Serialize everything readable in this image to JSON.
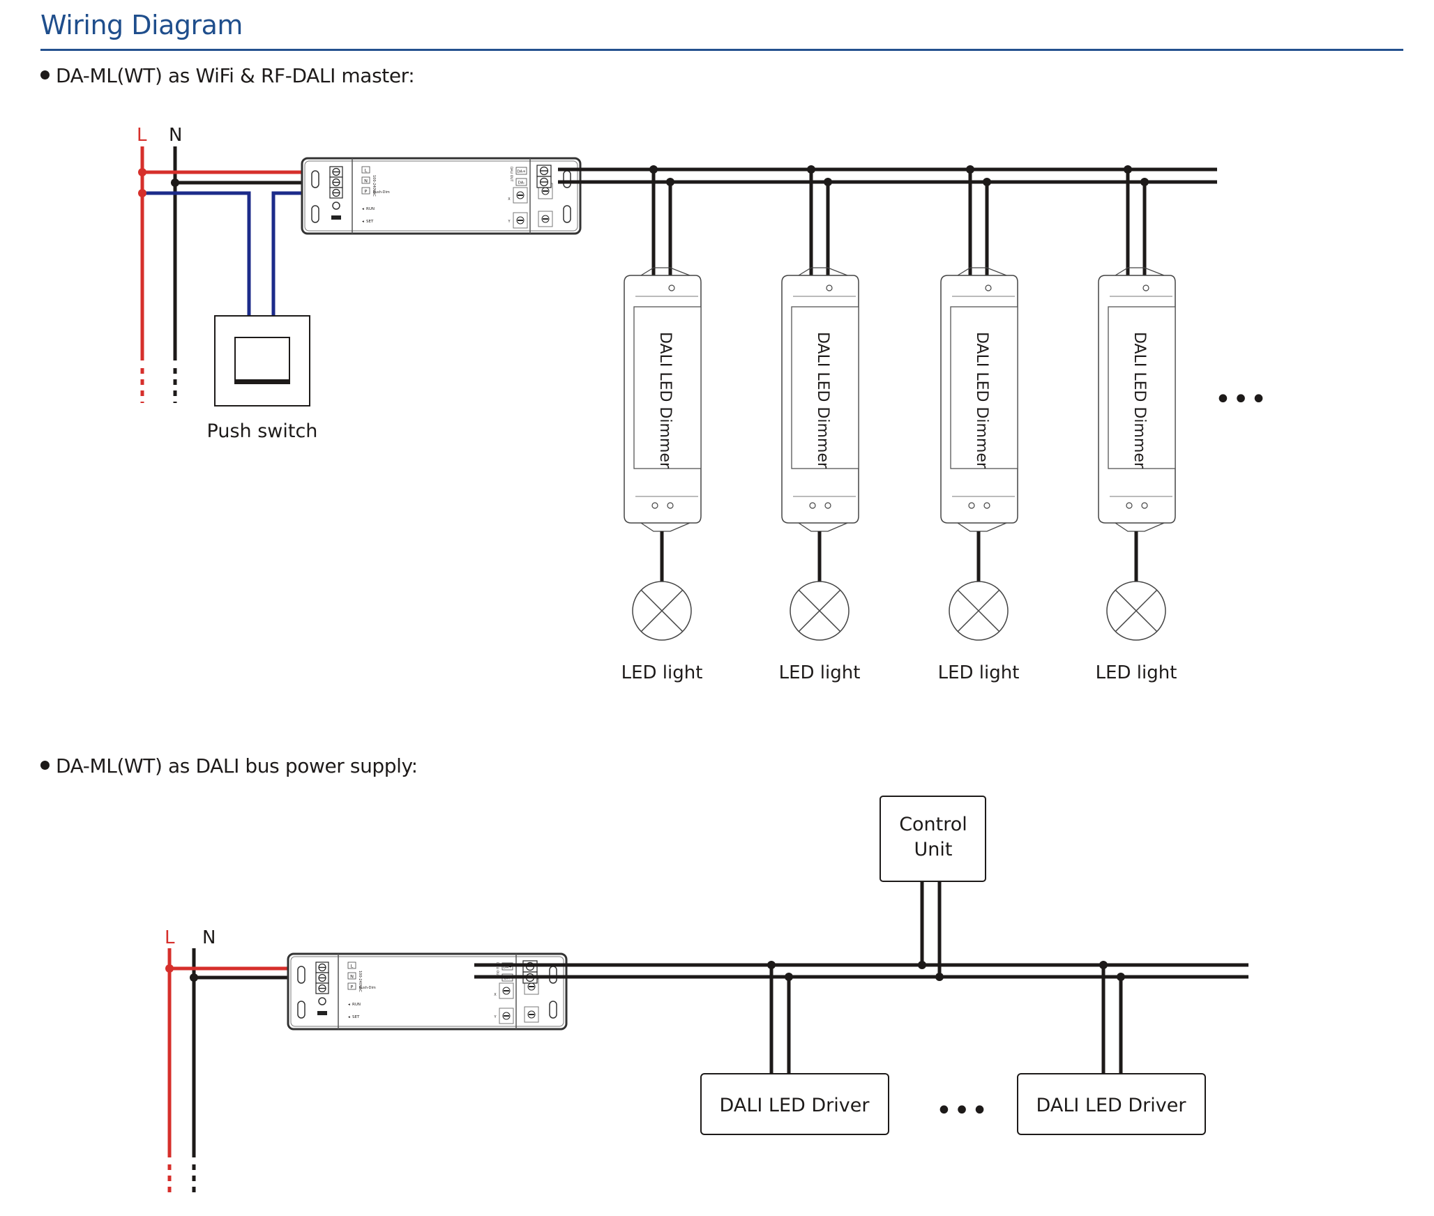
{
  "heading": "Wiring Diagram",
  "colors": {
    "heading": "#1f4e8c",
    "live": "#d62f2b",
    "neutral": "#1d1a19",
    "switch_wire": "#1c2b8a",
    "bus": "#1d1a19"
  },
  "section1": {
    "title": "DA-ML(WT) as WiFi & RF-DALI master:",
    "mains": {
      "live_label": "L",
      "neutral_label": "N"
    },
    "push_switch_label": "Push switch",
    "controller": {
      "input_terminals": [
        "L",
        "N",
        "P"
      ],
      "input_note": "100-240VAC",
      "push_note": "Push-Dim",
      "indicators": [
        "RUN",
        "SET"
      ],
      "output_terminals": [
        "DA+",
        "DA-"
      ],
      "output_note": "DALI OUT",
      "rotary_labels": [
        "X",
        "Y"
      ]
    },
    "dimmers": [
      {
        "label": "DALI LED Dimmer",
        "load_label": "LED light"
      },
      {
        "label": "DALI LED Dimmer",
        "load_label": "LED light"
      },
      {
        "label": "DALI LED Dimmer",
        "load_label": "LED light"
      },
      {
        "label": "DALI LED Dimmer",
        "load_label": "LED light"
      }
    ],
    "continuation": "•••"
  },
  "section2": {
    "title": "DA-ML(WT) as DALI bus power supply:",
    "mains": {
      "live_label": "L",
      "neutral_label": "N"
    },
    "controller": {
      "input_terminals": [
        "L",
        "N",
        "P"
      ],
      "input_note": "100-240VAC",
      "push_note": "Push-Dim",
      "indicators": [
        "RUN",
        "SET"
      ],
      "output_terminals": [
        "DA+",
        "DA-"
      ],
      "output_note": "DALI OUT",
      "rotary_labels": [
        "X",
        "Y"
      ]
    },
    "control_unit": {
      "line1": "Control",
      "line2": "Unit"
    },
    "drivers": [
      {
        "label": "DALI LED Driver"
      },
      {
        "label": "DALI LED Driver"
      }
    ],
    "continuation": "•••"
  }
}
